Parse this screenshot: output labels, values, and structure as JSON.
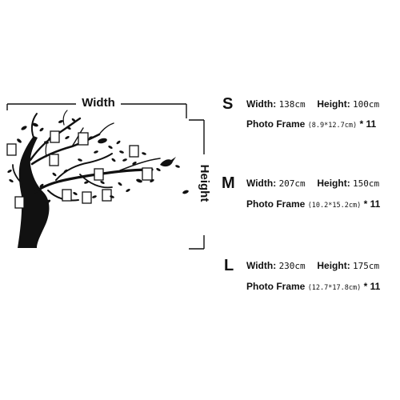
{
  "diagram": {
    "width_label": "Width",
    "height_label": "Height"
  },
  "sizes": [
    {
      "letter": "S",
      "width_label": "Width:",
      "width_value": "138cm",
      "height_label": "Height:",
      "height_value": "100cm",
      "frame_label": "Photo Frame",
      "frame_size": "(8.9*12.7cm)",
      "frame_count": "* 11"
    },
    {
      "letter": "M",
      "width_label": "Width:",
      "width_value": "207cm",
      "height_label": "Height:",
      "height_value": "150cm",
      "frame_label": "Photo Frame",
      "frame_size": "(10.2*15.2cm)",
      "frame_count": "* 11"
    },
    {
      "letter": "L",
      "width_label": "Width:",
      "width_value": "230cm",
      "height_label": "Height:",
      "height_value": "175cm",
      "frame_label": "Photo Frame",
      "frame_size": "(12.7*17.8cm)",
      "frame_count": "* 11"
    }
  ]
}
